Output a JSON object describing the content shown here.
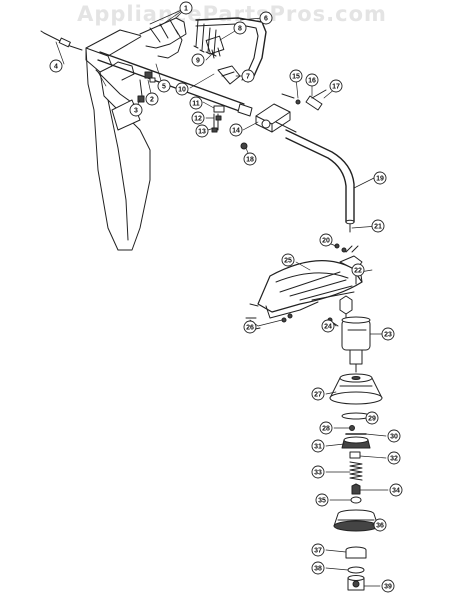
{
  "watermark": "AppliancePartsPros.com",
  "callouts": [
    "1",
    "2",
    "3",
    "4",
    "5",
    "6",
    "7",
    "8",
    "9",
    "10",
    "11",
    "12",
    "13",
    "14",
    "15",
    "16",
    "17",
    "18",
    "19",
    "20",
    "21",
    "22",
    "23",
    "24",
    "25",
    "26",
    "27",
    "28",
    "29",
    "30",
    "31",
    "32",
    "33",
    "34",
    "35",
    "36",
    "37",
    "38",
    "39"
  ]
}
